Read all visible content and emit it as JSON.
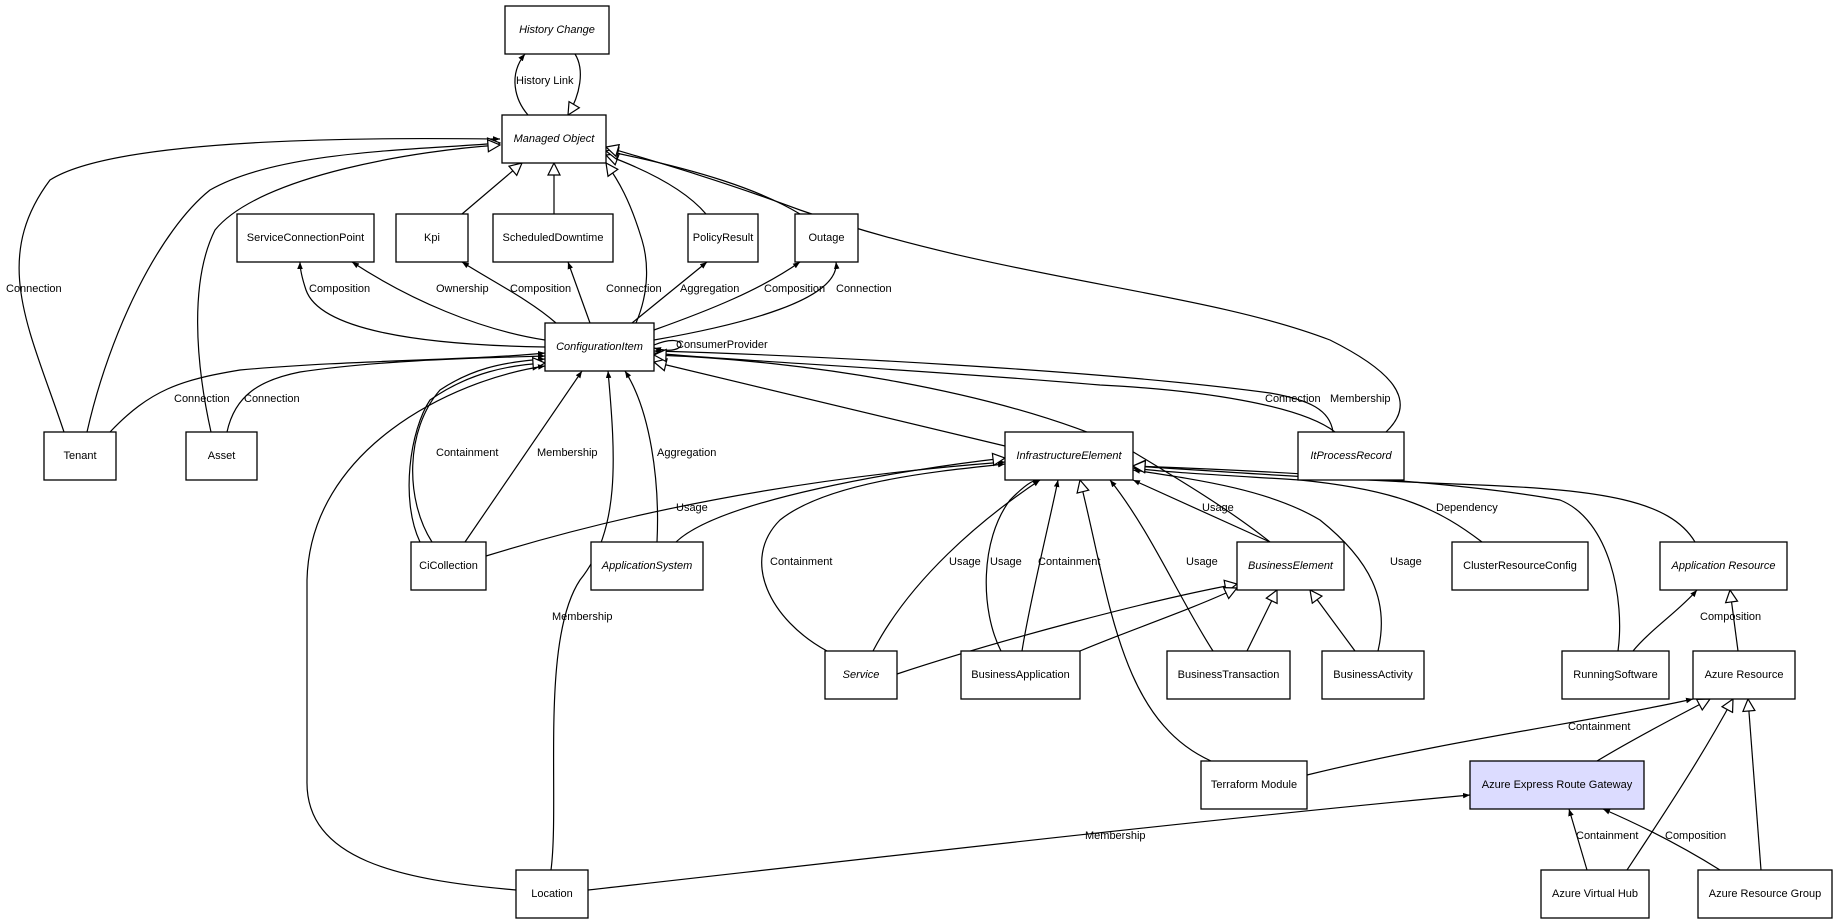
{
  "diagram": {
    "highlight_fill": "#dcdcff",
    "nodes": [
      {
        "id": "history-change",
        "label": "History Change",
        "abstract": true
      },
      {
        "id": "managed-object",
        "label": "Managed Object",
        "abstract": true
      },
      {
        "id": "service-connection-point",
        "label": "ServiceConnectionPoint",
        "abstract": false
      },
      {
        "id": "kpi",
        "label": "Kpi",
        "abstract": false
      },
      {
        "id": "scheduled-downtime",
        "label": "ScheduledDowntime",
        "abstract": false
      },
      {
        "id": "policy-result",
        "label": "PolicyResult",
        "abstract": false
      },
      {
        "id": "outage",
        "label": "Outage",
        "abstract": false
      },
      {
        "id": "configuration-item",
        "label": "ConfigurationItem",
        "abstract": true
      },
      {
        "id": "tenant",
        "label": "Tenant",
        "abstract": false
      },
      {
        "id": "asset",
        "label": "Asset",
        "abstract": false
      },
      {
        "id": "infrastructure-element",
        "label": "InfrastructureElement",
        "abstract": true
      },
      {
        "id": "it-process-record",
        "label": "ItProcessRecord",
        "abstract": true
      },
      {
        "id": "ci-collection",
        "label": "CiCollection",
        "abstract": false
      },
      {
        "id": "application-system",
        "label": "ApplicationSystem",
        "abstract": true
      },
      {
        "id": "business-element",
        "label": "BusinessElement",
        "abstract": true
      },
      {
        "id": "cluster-resource-config",
        "label": "ClusterResourceConfig",
        "abstract": false
      },
      {
        "id": "application-resource",
        "label": "Application Resource",
        "abstract": true
      },
      {
        "id": "service",
        "label": "Service",
        "abstract": true
      },
      {
        "id": "business-application",
        "label": "BusinessApplication",
        "abstract": false
      },
      {
        "id": "business-transaction",
        "label": "BusinessTransaction",
        "abstract": false
      },
      {
        "id": "business-activity",
        "label": "BusinessActivity",
        "abstract": false
      },
      {
        "id": "running-software",
        "label": "RunningSoftware",
        "abstract": false
      },
      {
        "id": "azure-resource",
        "label": "Azure Resource",
        "abstract": false
      },
      {
        "id": "terraform-module",
        "label": "Terraform Module",
        "abstract": false
      },
      {
        "id": "azure-express-route-gateway",
        "label": "Azure Express Route Gateway",
        "abstract": false,
        "highlighted": true
      },
      {
        "id": "location",
        "label": "Location",
        "abstract": false
      },
      {
        "id": "azure-virtual-hub",
        "label": "Azure Virtual Hub",
        "abstract": false
      },
      {
        "id": "azure-resource-group",
        "label": "Azure Resource Group",
        "abstract": false
      }
    ],
    "edges": [
      {
        "from": "managed-object",
        "to": "history-change",
        "type": "association",
        "label": "History Link"
      },
      {
        "from": "history-change",
        "to": "managed-object",
        "type": "generalization",
        "label": ""
      },
      {
        "from": "tenant",
        "to": "managed-object",
        "type": "association",
        "label": "Connection"
      },
      {
        "from": "tenant",
        "to": "managed-object",
        "type": "generalization",
        "label": ""
      },
      {
        "from": "asset",
        "to": "managed-object",
        "type": "generalization",
        "label": ""
      },
      {
        "from": "kpi",
        "to": "managed-object",
        "type": "generalization",
        "label": ""
      },
      {
        "from": "scheduled-downtime",
        "to": "managed-object",
        "type": "generalization",
        "label": ""
      },
      {
        "from": "configuration-item",
        "to": "managed-object",
        "type": "generalization",
        "label": ""
      },
      {
        "from": "policy-result",
        "to": "managed-object",
        "type": "generalization",
        "label": ""
      },
      {
        "from": "outage",
        "to": "managed-object",
        "type": "generalization",
        "label": ""
      },
      {
        "from": "it-process-record",
        "to": "managed-object",
        "type": "generalization",
        "label": ""
      },
      {
        "from": "configuration-item",
        "to": "service-connection-point",
        "type": "association",
        "label": "Composition"
      },
      {
        "from": "configuration-item",
        "to": "service-connection-point",
        "type": "association",
        "label": "Ownership"
      },
      {
        "from": "configuration-item",
        "to": "kpi",
        "type": "association",
        "label": "Composition"
      },
      {
        "from": "configuration-item",
        "to": "scheduled-downtime",
        "type": "association",
        "label": "Connection"
      },
      {
        "from": "configuration-item",
        "to": "policy-result",
        "type": "association",
        "label": "Aggregation"
      },
      {
        "from": "configuration-item",
        "to": "outage",
        "type": "association",
        "label": "Composition"
      },
      {
        "from": "configuration-item",
        "to": "outage",
        "type": "association",
        "label": "Connection"
      },
      {
        "from": "configuration-item",
        "to": "configuration-item",
        "type": "association",
        "label": "ConsumerProvider"
      },
      {
        "from": "tenant",
        "to": "configuration-item",
        "type": "association",
        "label": "Connection"
      },
      {
        "from": "asset",
        "to": "configuration-item",
        "type": "association",
        "label": "Connection"
      },
      {
        "from": "ci-collection",
        "to": "configuration-item",
        "type": "association",
        "label": "Containment"
      },
      {
        "from": "ci-collection",
        "to": "configuration-item",
        "type": "generalization",
        "label": ""
      },
      {
        "from": "ci-collection",
        "to": "configuration-item",
        "type": "association",
        "label": "Membership"
      },
      {
        "from": "location",
        "to": "configuration-item",
        "type": "association",
        "label": "Membership"
      },
      {
        "from": "location",
        "to": "configuration-item",
        "type": "association",
        "label": ""
      },
      {
        "from": "application-system",
        "to": "configuration-item",
        "type": "association",
        "label": "Aggregation"
      },
      {
        "from": "infrastructure-element",
        "to": "configuration-item",
        "type": "generalization",
        "label": ""
      },
      {
        "from": "it-process-record",
        "to": "configuration-item",
        "type": "association",
        "label": "Connection"
      },
      {
        "from": "it-process-record",
        "to": "configuration-item",
        "type": "association",
        "label": "Membership"
      },
      {
        "from": "business-element",
        "to": "configuration-item",
        "type": "generalization",
        "label": ""
      },
      {
        "from": "ci-collection",
        "to": "infrastructure-element",
        "type": "association",
        "label": "Usage"
      },
      {
        "from": "application-system",
        "to": "infrastructure-element",
        "type": "generalization",
        "label": ""
      },
      {
        "from": "service",
        "to": "infrastructure-element",
        "type": "association",
        "label": "Containment"
      },
      {
        "from": "service",
        "to": "infrastructure-element",
        "type": "association",
        "label": "Usage"
      },
      {
        "from": "business-application",
        "to": "infrastructure-element",
        "type": "association",
        "label": "Usage"
      },
      {
        "from": "business-application",
        "to": "infrastructure-element",
        "type": "association",
        "label": "Containment"
      },
      {
        "from": "terraform-module",
        "to": "infrastructure-element",
        "type": "generalization",
        "label": ""
      },
      {
        "from": "business-transaction",
        "to": "infrastructure-element",
        "type": "association",
        "label": "Usage"
      },
      {
        "from": "business-element",
        "to": "infrastructure-element",
        "type": "association",
        "label": "Usage"
      },
      {
        "from": "business-activity",
        "to": "infrastructure-element",
        "type": "association",
        "label": "Usage"
      },
      {
        "from": "cluster-resource-config",
        "to": "infrastructure-element",
        "type": "association",
        "label": "Dependency"
      },
      {
        "from": "running-software",
        "to": "infrastructure-element",
        "type": "generalization",
        "label": ""
      },
      {
        "from": "application-resource",
        "to": "infrastructure-element",
        "type": "generalization",
        "label": ""
      },
      {
        "from": "service",
        "to": "business-element",
        "type": "generalization",
        "label": ""
      },
      {
        "from": "business-application",
        "to": "business-element",
        "type": "generalization",
        "label": ""
      },
      {
        "from": "business-transaction",
        "to": "business-element",
        "type": "generalization",
        "label": ""
      },
      {
        "from": "business-activity",
        "to": "business-element",
        "type": "generalization",
        "label": ""
      },
      {
        "from": "running-software",
        "to": "application-resource",
        "type": "association",
        "label": "Composition"
      },
      {
        "from": "azure-resource",
        "to": "application-resource",
        "type": "generalization",
        "label": ""
      },
      {
        "from": "terraform-module",
        "to": "azure-resource",
        "type": "association",
        "label": "Containment"
      },
      {
        "from": "azure-express-route-gateway",
        "to": "azure-resource",
        "type": "generalization",
        "label": ""
      },
      {
        "from": "azure-virtual-hub",
        "to": "azure-resource",
        "type": "generalization",
        "label": ""
      },
      {
        "from": "azure-resource-group",
        "to": "azure-resource",
        "type": "generalization",
        "label": ""
      },
      {
        "from": "location",
        "to": "azure-express-route-gateway",
        "type": "association",
        "label": "Membership"
      },
      {
        "from": "azure-virtual-hub",
        "to": "azure-express-route-gateway",
        "type": "association",
        "label": "Containment"
      },
      {
        "from": "azure-resource-group",
        "to": "azure-express-route-gateway",
        "type": "association",
        "label": "Composition"
      }
    ]
  }
}
